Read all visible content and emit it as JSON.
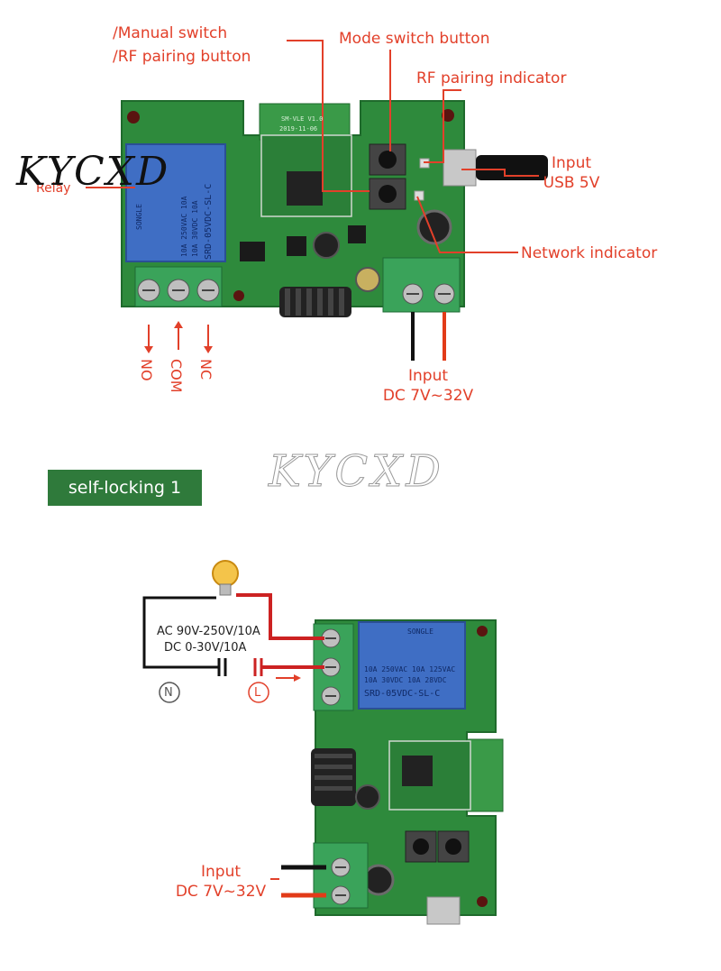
{
  "top_board": {
    "labels": {
      "manual_switch_line1": "/Manual switch",
      "manual_switch_line2": "/RF pairing button",
      "mode_switch": "Mode switch button",
      "rf_indicator": "RF pairing indicator",
      "input_usb_line1": "Input",
      "input_usb_line2": "USB 5V",
      "network_indicator": "Network indicator",
      "relay": "Relay",
      "input_dc_line1": "Input",
      "input_dc_line2": "DC 7V~32V"
    },
    "terminals": {
      "no": "NO",
      "com": "COM",
      "nc": "NC"
    },
    "silkscreen": {
      "module_line1": "SM-VLE V1.0",
      "module_line2": "2019-11-06"
    },
    "relay_markings": {
      "brand": "SONGLE",
      "line1": "10A 250VAC  10A",
      "line2": "10A 30VDC  10A",
      "model": "SRD-05VDC-SL-C"
    }
  },
  "watermark": {
    "text": "KYCXD"
  },
  "mode_badge": {
    "label": "self-locking 1"
  },
  "bottom_board": {
    "spec_line1": "AC 90V-250V/10A",
    "spec_line2": "DC 0-30V/10A",
    "neutral_symbol": "N",
    "live_symbol": "L",
    "input_line1": "Input",
    "input_line2": "DC 7V~32V",
    "relay_markings": {
      "brand": "SONGLE",
      "line1": "10A 250VAC  10A 125VAC",
      "line2": "10A 30VDC  10A 28VDC",
      "model": "SRD-05VDC-SL-C"
    }
  },
  "colors": {
    "label_red": "#e2402a",
    "pcb_green": "#2e8a3c",
    "terminal_green": "#3aa35a",
    "relay_blue": "#3f6ec4",
    "badge_green": "#2f7a3b"
  }
}
